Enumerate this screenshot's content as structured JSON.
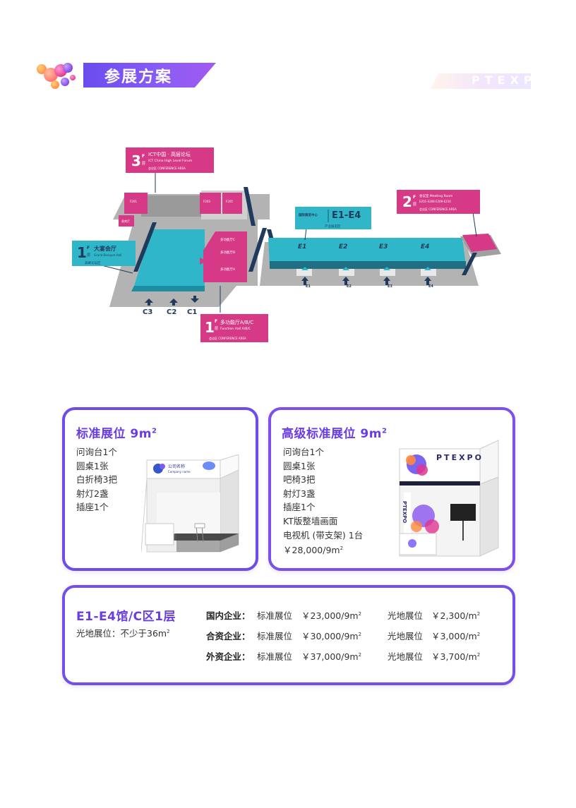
{
  "header": {
    "title": "参展方案",
    "brand": "PTEXPO"
  },
  "map": {
    "f3": {
      "floor_num": "3",
      "floor_f": "F",
      "floor_ceng": "层",
      "name": "ICT中国 · 高层论坛",
      "name_en": "ICT China High Level Forum",
      "area": "会议区  CONFERENCE AREA"
    },
    "f2": {
      "floor_num": "2",
      "floor_f": "F",
      "floor_ceng": "层",
      "name": "会议室  Meeting Room",
      "name_en": "E201-E208  E209-E210",
      "area": "会议区  CONFERENCE AREA"
    },
    "f1_banquet": {
      "floor_num": "1",
      "floor_f": "F",
      "floor_ceng": "层",
      "name": "大宴会厅",
      "name_en": "Grand Banquet Hall",
      "area": "高峰论坛区"
    },
    "f1_function": {
      "floor_num": "1",
      "floor_f": "F",
      "floor_ceng": "层",
      "name": "多功能厅A/B/C",
      "name_en": "Function Hall A/B/C",
      "area": "会议区  CONFERENCE AREA"
    },
    "e_label": {
      "tag": "国际展览中心",
      "title": "E1-E4",
      "sub": "产业展览区"
    },
    "halls": [
      "E1",
      "E2",
      "E3",
      "E4"
    ],
    "gates_c": [
      "C3",
      "C2",
      "C1"
    ],
    "gates_e": [
      "E1",
      "E2",
      "E3",
      "E4"
    ]
  },
  "standard": {
    "title": "标准展位 9m",
    "sup": "2",
    "items": [
      "问询台1个",
      "圆桌1张",
      "白折椅3把",
      "射灯2盏",
      "插座1个"
    ],
    "booth_sign": "公司名称",
    "booth_sign_en": "Company name"
  },
  "premium": {
    "title": "高级标准展位 9m",
    "sup": "2",
    "items": [
      "问询台1个",
      "圆桌1张",
      "吧椅3把",
      "射灯3盏",
      "插座1个",
      "KT版整墙画面",
      "电视机 (带支架) 1台"
    ],
    "price": "￥28,000/9m",
    "price_sup": "2",
    "booth_brand": "PTEXPO"
  },
  "halls_pricing": {
    "title": "E1-E4馆/C区1层",
    "note": "光地展位：不少于36m",
    "note_sup": "2",
    "rows": [
      {
        "label": "国内企业：",
        "std_label": "标准展位",
        "std_price": "￥23,000/9m",
        "raw_label": "光地展位",
        "raw_price": "￥2,300/m"
      },
      {
        "label": "合资企业：",
        "std_label": "标准展位",
        "std_price": "￥30,000/9m",
        "raw_label": "光地展位",
        "raw_price": "￥3,000/m"
      },
      {
        "label": "外资企业：",
        "std_label": "标准展位",
        "std_price": "￥37,000/9m",
        "raw_label": "光地展位",
        "raw_price": "￥3,700/m"
      }
    ],
    "sup": "2"
  },
  "colors": {
    "purple": "#6a3ce6",
    "magenta": "#d63a86",
    "teal": "#2fb7c9",
    "navy": "#1f3a5c",
    "gray": "#a8a8a8"
  }
}
